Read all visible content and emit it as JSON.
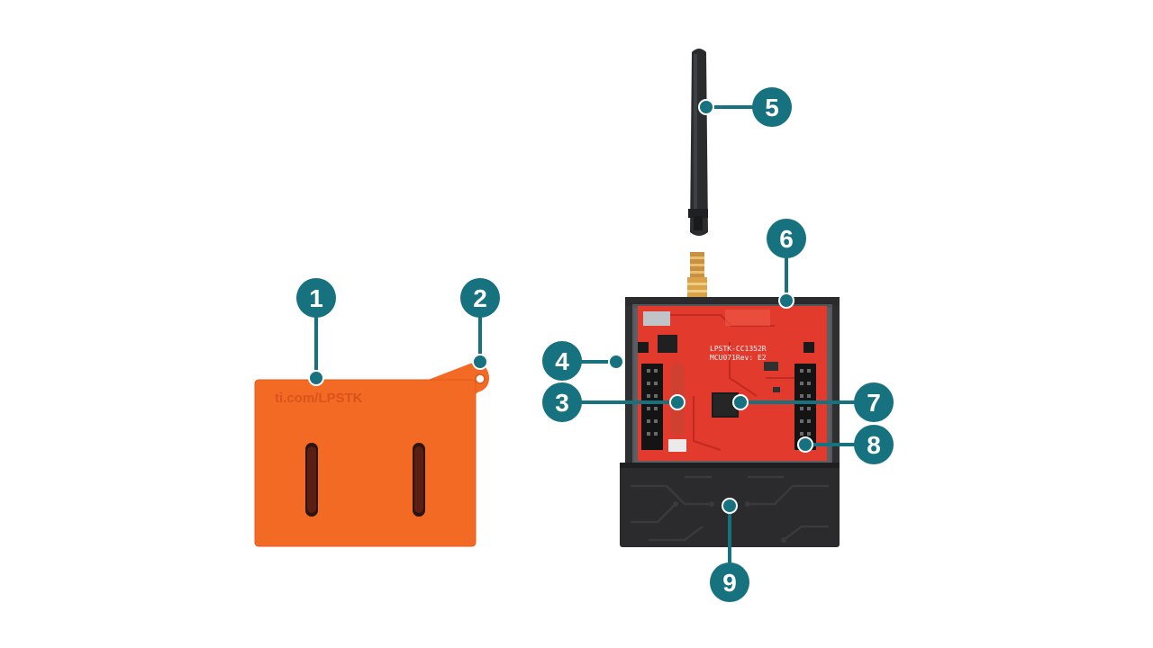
{
  "colors": {
    "callout": "#17727f",
    "case": "#f36a25",
    "pcb": "#e23a2c",
    "enclosure": "#2b2b2d",
    "antenna": "#2a2c2e",
    "connector": "#d8a24a"
  },
  "case": {
    "label": "ti.com/LPSTK"
  },
  "board": {
    "silk_line1": "LPSTK-CC1352R",
    "silk_line2": "MCU071Rev: E2"
  },
  "callouts": [
    {
      "number": "1",
      "target": "orange-case"
    },
    {
      "number": "2",
      "target": "case-hanging-tab"
    },
    {
      "number": "3",
      "target": "left-pin-header"
    },
    {
      "number": "4",
      "target": "enclosure-side"
    },
    {
      "number": "5",
      "target": "antenna"
    },
    {
      "number": "6",
      "target": "enclosure-top-edge"
    },
    {
      "number": "7",
      "target": "mcu-chip"
    },
    {
      "number": "8",
      "target": "right-pin-header"
    },
    {
      "number": "9",
      "target": "battery-cover"
    }
  ]
}
